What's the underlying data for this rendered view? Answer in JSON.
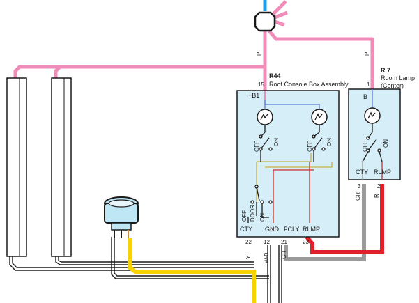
{
  "components": {
    "r44": {
      "code": "R44",
      "name": "Roof Console Box Assembly",
      "pin_top": "15",
      "b_label": "+B1"
    },
    "r7": {
      "code": "R 7",
      "name": "Room Lamp",
      "subname": "(Center)",
      "pin_top": "1",
      "b_label": "B"
    }
  },
  "wire_colors": {
    "pink_top_left": "P",
    "pink_top_right": "P",
    "yellow": "Y",
    "white_black": "W-B",
    "gray_left": "GR",
    "gray_right": "GR",
    "red_right": "R"
  },
  "r44_switch": {
    "positions": [
      "OFF",
      "DOOR",
      "ON"
    ],
    "lamp_left_switch": [
      "OFF",
      "ON"
    ],
    "lamp_right_switch": [
      "OFF",
      "ON"
    ]
  },
  "r44_terminals": [
    "CTY",
    "GND",
    "FCLY",
    "RLMP"
  ],
  "r44_pins": [
    "22",
    "12",
    "21",
    "23"
  ],
  "r7_switch": [
    "OFF",
    "ON"
  ],
  "r7_terminals": [
    "CTY",
    "RLMP"
  ],
  "r7_pins": [
    "3",
    "2"
  ],
  "colors": {
    "pink": "#f08cb8",
    "yellow": "#f5d400",
    "gray": "#9a9a9a",
    "red": "#e0202a",
    "box_fill": "#d6eef8",
    "blue": "#1ea0e6"
  }
}
